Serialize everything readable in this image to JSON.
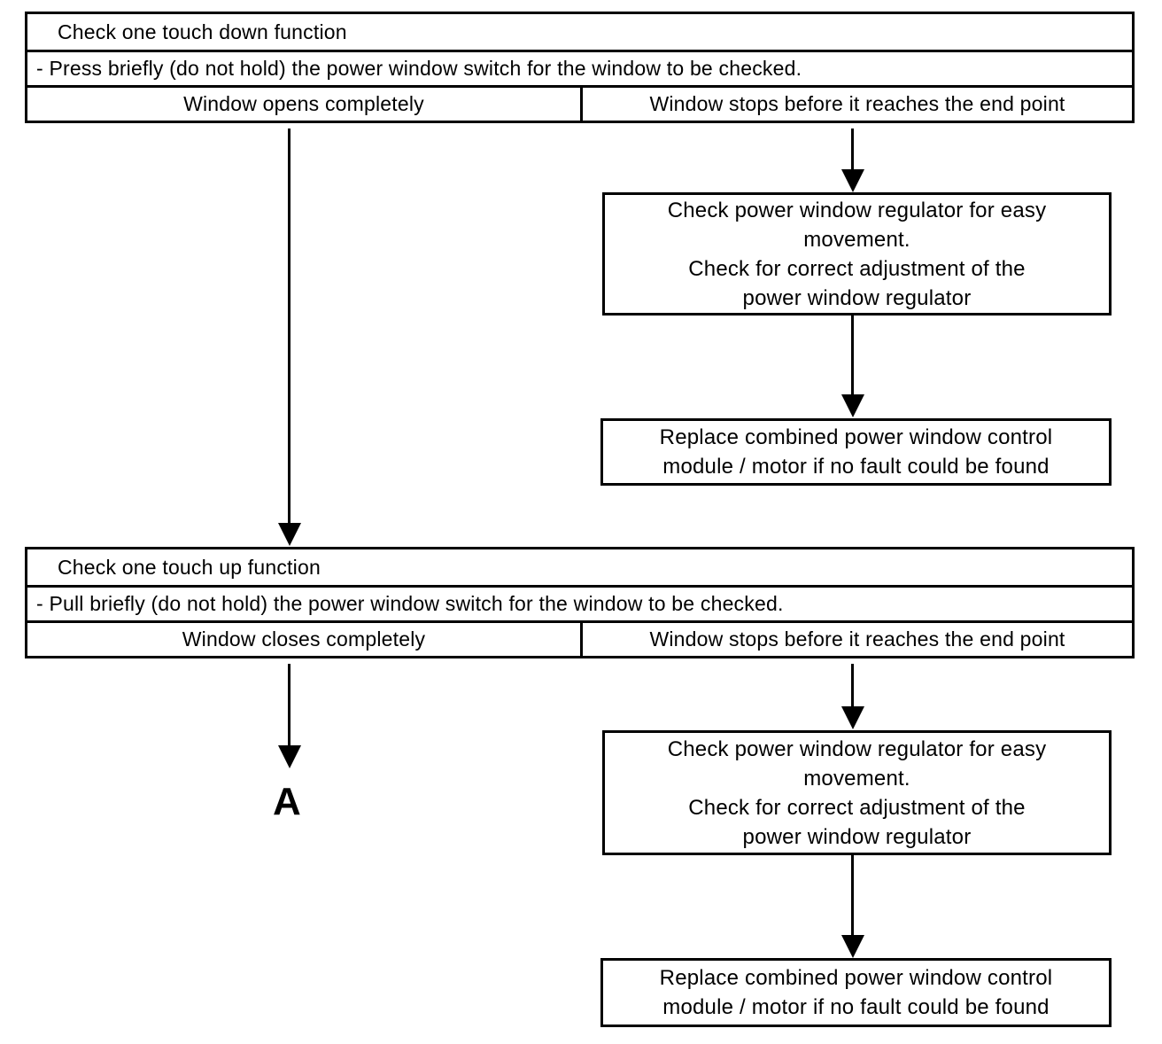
{
  "page": {
    "background": "#ffffff",
    "ink": "#000000"
  },
  "sections": {
    "down": {
      "table": {
        "title": "Check one touch down function",
        "instruction": "- Press briefly (do not hold) the power window switch for the window to be checked.",
        "outcome_ok": "Window opens completely",
        "outcome_fail": "Window stops before it reaches the end point"
      },
      "check_regulator_box": "Check power window regulator for easy\nmovement.\nCheck for correct adjustment of the\npower window regulator",
      "replace_module_box": "Replace combined power window control\nmodule / motor if no fault could be found"
    },
    "up": {
      "table": {
        "title": "Check one touch up function",
        "instruction": "- Pull briefly (do not hold) the power window switch for the window to be checked.",
        "outcome_ok": "Window closes completely",
        "outcome_fail": "Window stops before it reaches the end point"
      },
      "check_regulator_box": "Check power window regulator for easy\nmovement.\nCheck for correct adjustment of the\npower window regulator",
      "replace_module_box": "Replace combined power window control\nmodule / motor if no fault could be found",
      "connector_label": "A"
    }
  }
}
